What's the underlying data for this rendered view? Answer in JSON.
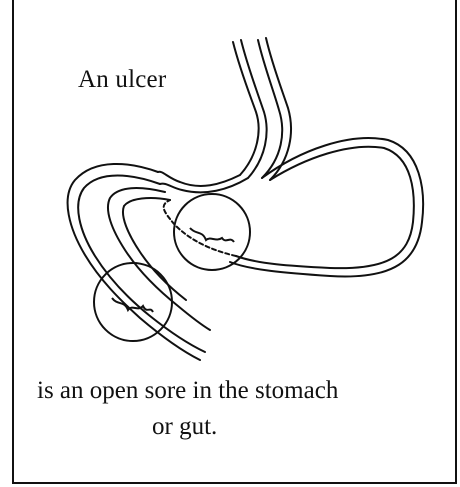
{
  "title": "An ulcer",
  "caption": {
    "line1": "is an open sore in the stomach",
    "line2": "or gut."
  },
  "icons": [
    "stomach-illustration",
    "ulcer-circle-stomach",
    "ulcer-circle-duodenum"
  ],
  "colors": {
    "ink": "#111111",
    "background": "#ffffff"
  }
}
